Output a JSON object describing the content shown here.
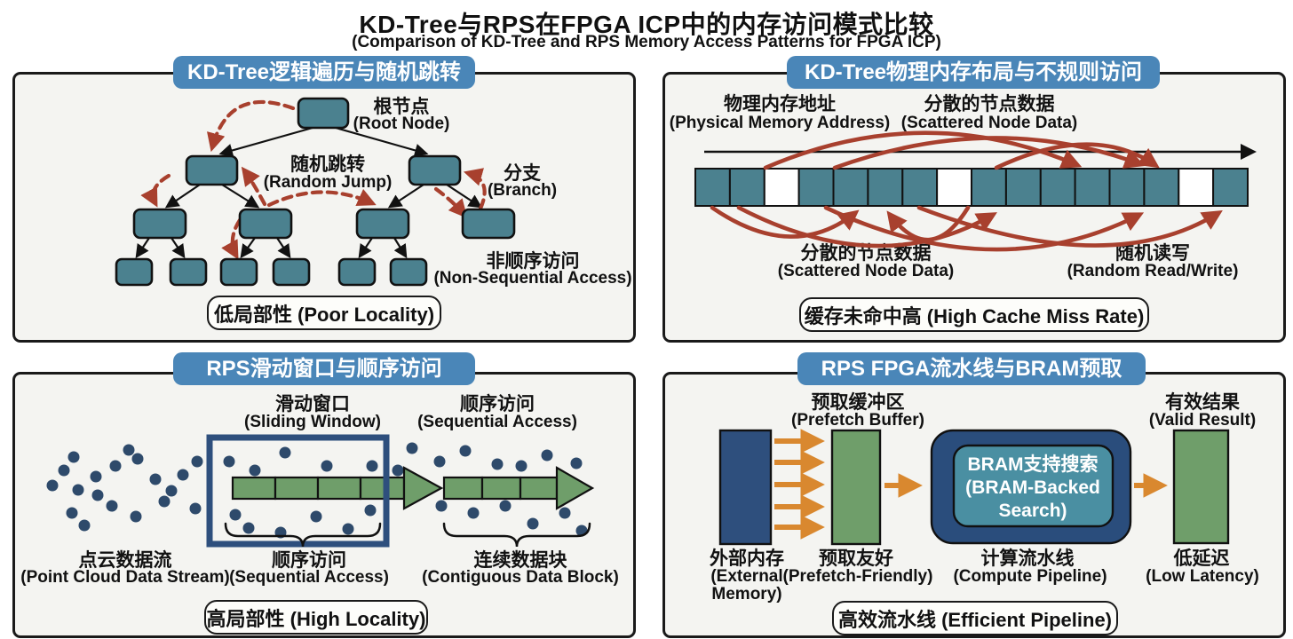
{
  "title": {
    "zh": "KD-Tree与RPS在FPGA ICP中的内存访问模式比较",
    "en": "(Comparison of KD-Tree and RPS Memory Access Patterns for FPGA ICP)"
  },
  "colors": {
    "header_blue": "#4a86b8",
    "node_teal": "#4b818f",
    "arc_red": "#a8402e",
    "navy": "#2e4f7d",
    "dot_navy": "#2e4a6b",
    "green": "#6f9e6a",
    "orange": "#d9882f",
    "bram_outer": "#2a4d7c",
    "bram_inner": "#4a8fa2",
    "panel_bg": "#f4f4f1"
  },
  "panels": {
    "kdtree_logical": {
      "header": "KD-Tree逻辑遍历与随机跳转",
      "root": {
        "zh": "根节点",
        "en": "(Root Node)"
      },
      "jump": {
        "zh": "随机跳转",
        "en": "(Random Jump)"
      },
      "branch": {
        "zh": "分支",
        "en": "(Branch)"
      },
      "nonseq": {
        "zh": "非顺序访问",
        "en": "(Non-Sequential Access)"
      },
      "badge": "低局部性 (Poor Locality)"
    },
    "kdtree_physical": {
      "header": "KD-Tree物理内存布局与不规则访问",
      "addr": {
        "zh": "物理内存地址",
        "en": "(Physical Memory Address)"
      },
      "scattered_top": {
        "zh": "分散的节点数据",
        "en": "(Scattered Node Data)"
      },
      "scattered_bottom": {
        "zh": "分散的节点数据",
        "en": "(Scattered Node Data)"
      },
      "random_rw": {
        "zh": "随机读写",
        "en": "(Random Read/Write)"
      },
      "badge": "缓存未命中高 (High Cache Miss Rate)",
      "cells": [
        1,
        1,
        0,
        1,
        1,
        1,
        1,
        0,
        1,
        1,
        1,
        1,
        1,
        1,
        0,
        1
      ]
    },
    "rps_window": {
      "header": "RPS滑动窗口与顺序访问",
      "sliding": {
        "zh": "滑动窗口",
        "en": "(Sliding Window)"
      },
      "seq_top": {
        "zh": "顺序访问",
        "en": "(Sequential Access)"
      },
      "stream": {
        "zh": "点云数据流",
        "en": "(Point Cloud Data Stream)"
      },
      "seq_bottom": {
        "zh": "顺序访问",
        "en": "(Sequential Access)"
      },
      "contig": {
        "zh": "连续数据块",
        "en": "(Contiguous Data Block)"
      },
      "badge": "高局部性 (High Locality)"
    },
    "rps_pipeline": {
      "header": "RPS FPGA流水线与BRAM预取",
      "prefetch_buffer": {
        "zh": "预取缓冲区",
        "en": "(Prefetch Buffer)"
      },
      "valid_result": {
        "zh": "有效结果",
        "en": "(Valid Result)"
      },
      "bram": {
        "line1": "BRAM支持搜索",
        "line2": "(BRAM-Backed",
        "line3": "Search)"
      },
      "external": {
        "zh": "外部内存",
        "en1": "(External",
        "en2": "Memory)"
      },
      "prefetch_friendly": {
        "zh": "预取友好",
        "en": "(Prefetch-Friendly)"
      },
      "compute": {
        "zh": "计算流水线",
        "en": "(Compute Pipeline)"
      },
      "latency": {
        "zh": "低延迟",
        "en": "(Low Latency)"
      },
      "badge": "高效流水线 (Efficient Pipeline)"
    }
  }
}
